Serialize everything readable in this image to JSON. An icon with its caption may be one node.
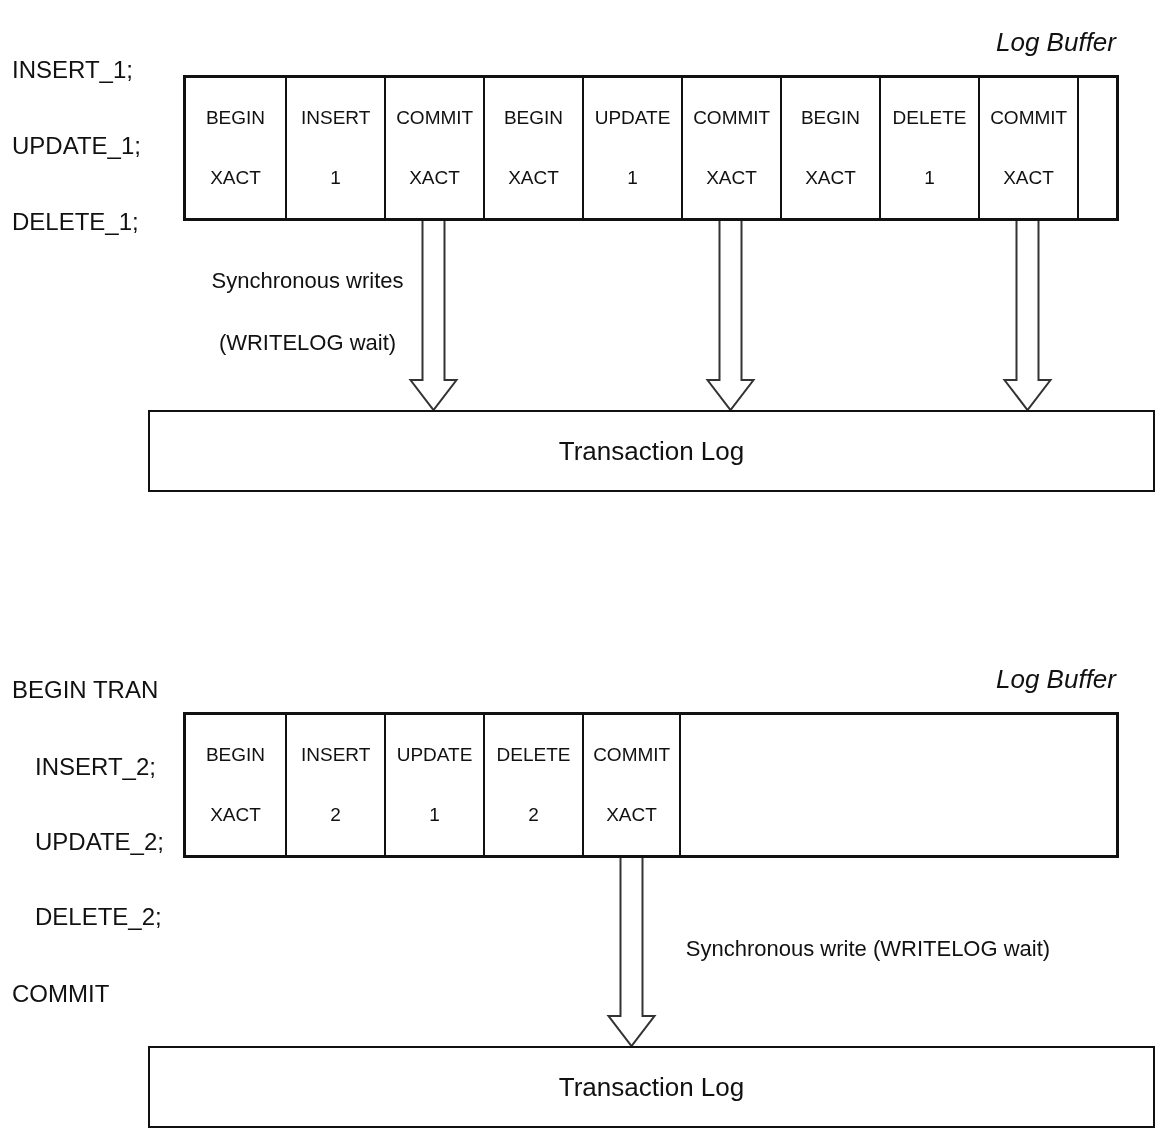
{
  "diagram": {
    "nodes": [
      {
        "text": [
          "Log Buffer"
        ]
      },
      {
        "text": [
          "BEGIN XACT"
        ],
        "in": 0
      },
      {
        "text": [
          "INSERT 1"
        ],
        "in": 0
      },
      {
        "text": [
          "COMMIT XACT"
        ],
        "in": 0
      },
      {
        "text": [
          "BEGIN XACT"
        ],
        "in": 0
      },
      {
        "text": [
          "UPDATE 1"
        ],
        "in": 0
      },
      {
        "text": [
          "COMMIT XACT"
        ],
        "in": 0
      },
      {
        "text": [
          "BEGIN XACT"
        ],
        "in": 0
      },
      {
        "text": [
          "DELETE 1"
        ],
        "in": 0
      },
      {
        "text": [
          "COMMIT XACT"
        ],
        "in": 0
      },
      {
        "text": [],
        "shape": "box",
        "in": 0
      },
      {
        "text": [
          "Transaction Log"
        ]
      },
      {
        "text": [
          "Log Buffer"
        ]
      },
      {
        "text": [
          "BEGIN XACT"
        ],
        "in": 12
      },
      {
        "text": [
          "INSERT 2"
        ],
        "in": 12
      },
      {
        "text": [
          "UPDATE 1"
        ],
        "in": 12
      },
      {
        "text": [
          "DELETE 2"
        ],
        "in": 12
      },
      {
        "text": [
          "COMMIT XACT"
        ],
        "in": 12
      },
      {
        "text": [
          "Transaction Log"
        ]
      }
    ],
    "edges": [
      {
        "from": 3,
        "to": 11,
        "arrow": "to",
        "label": "Synchronous writes (WRITELOG wait)"
      },
      {
        "from": 6,
        "to": 11,
        "arrow": "to"
      },
      {
        "from": 9,
        "to": 11,
        "arrow": "to"
      },
      {
        "from": 17,
        "to": 18,
        "arrow": "to",
        "label": "Synchronous write (WRITELOG wait)"
      }
    ],
    "labels": [
      "INSERT_1;",
      "UPDATE_1;",
      "DELETE_1;",
      "BEGIN TRAN",
      "INSERT_2;",
      "UPDATE_2;",
      "DELETE_2;",
      "COMMIT"
    ]
  }
}
